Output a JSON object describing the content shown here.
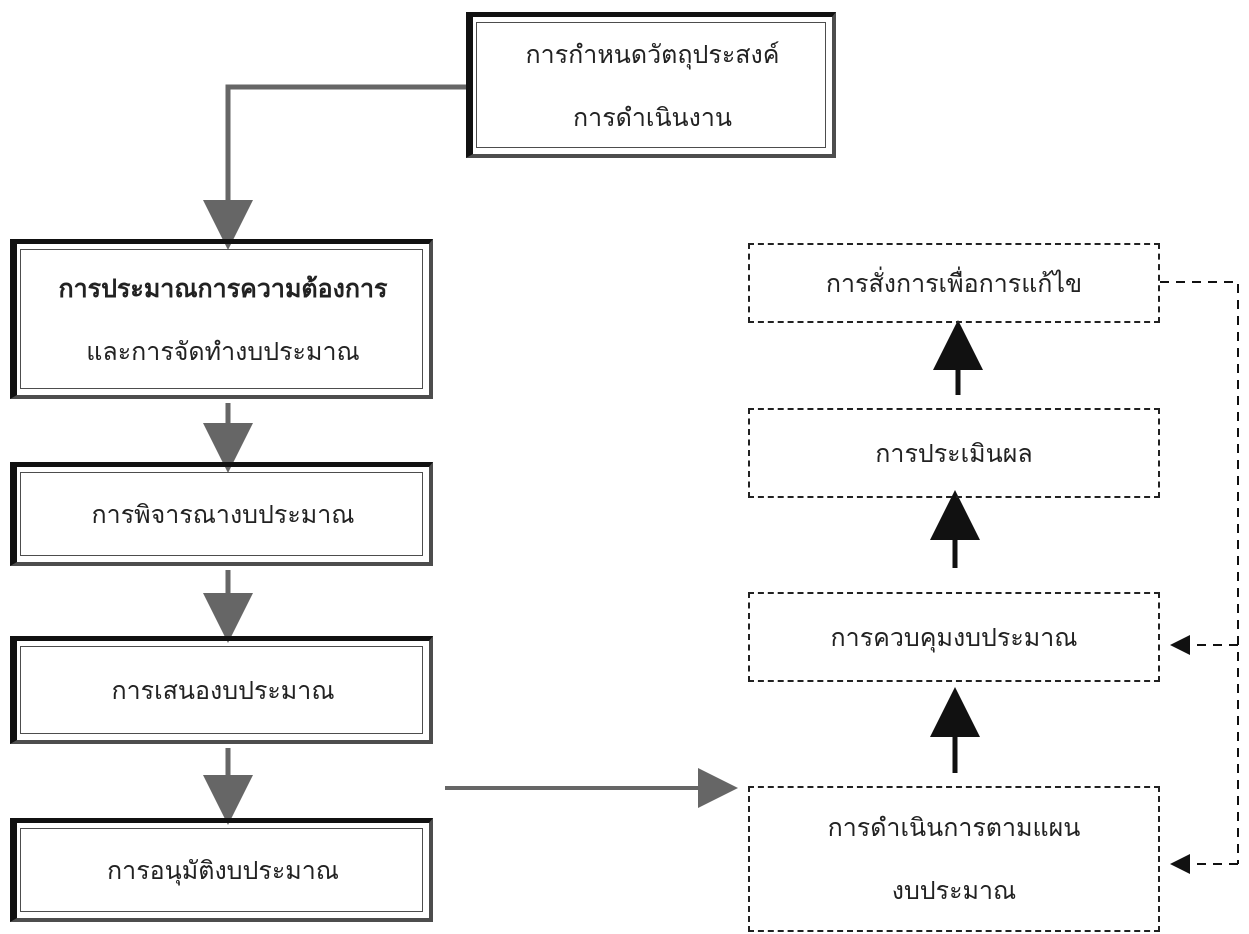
{
  "nodes": {
    "objective": {
      "line1": "การกำหนดวัตถุประสงค์",
      "line2": "การดำเนินงาน"
    },
    "estimate": {
      "line1": "การประมาณการความต้องการ",
      "line2": "และการจัดทำงบประมาณ"
    },
    "consider": {
      "label": "การพิจารณางบประมาณ"
    },
    "propose": {
      "label": "การเสนองบประมาณ"
    },
    "approve": {
      "label": "การอนุมัติงบประมาณ"
    },
    "command": {
      "label": "การสั่งการเพื่อการแก้ไข"
    },
    "evaluate": {
      "label": "การประเมินผล"
    },
    "control": {
      "label": "การควบคุมงบประมาณ"
    },
    "execute": {
      "line1": "การดำเนินการตามแผน",
      "line2": "งบประมาณ"
    }
  },
  "edges": [
    {
      "from": "objective",
      "to": "estimate",
      "style": "solid-gray"
    },
    {
      "from": "estimate",
      "to": "consider",
      "style": "solid-gray"
    },
    {
      "from": "consider",
      "to": "propose",
      "style": "solid-gray"
    },
    {
      "from": "propose",
      "to": "approve",
      "style": "solid-gray"
    },
    {
      "from": "approve",
      "to": "execute",
      "style": "solid-gray"
    },
    {
      "from": "execute",
      "to": "control",
      "style": "solid-black"
    },
    {
      "from": "control",
      "to": "evaluate",
      "style": "solid-black"
    },
    {
      "from": "evaluate",
      "to": "command",
      "style": "solid-black"
    },
    {
      "from": "command",
      "to": "control",
      "style": "dashed-feedback"
    },
    {
      "from": "command",
      "to": "execute",
      "style": "dashed-feedback"
    }
  ],
  "colors": {
    "gray_line": "#666666",
    "black_line": "#111111",
    "box_border": "#4d4d4d"
  }
}
